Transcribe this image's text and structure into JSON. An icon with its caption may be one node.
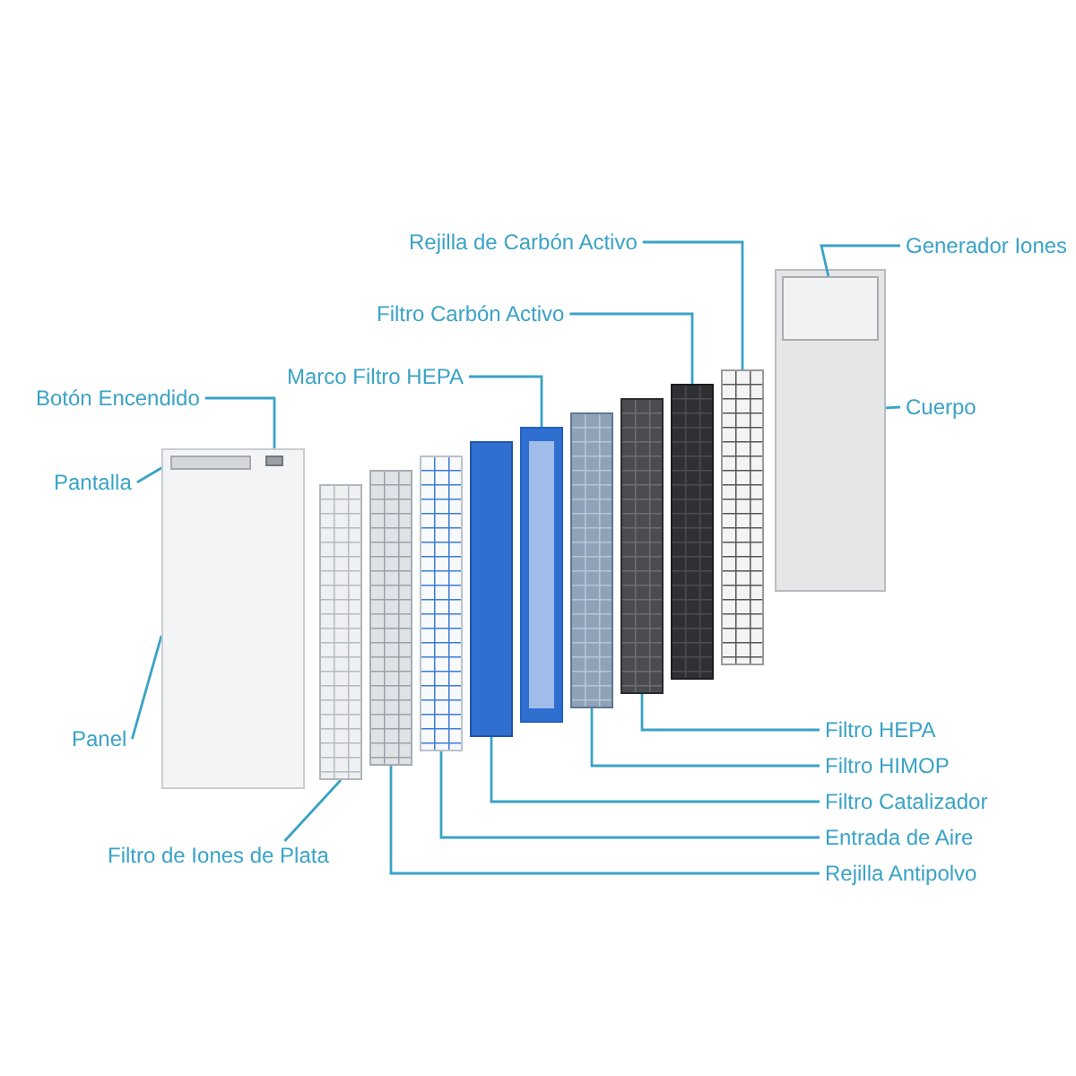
{
  "diagram": {
    "nodes": [
      {
        "text": [
          "Rejilla de Carbón Activo"
        ]
      },
      {
        "text": [
          "Generador Iones"
        ]
      },
      {
        "text": [
          "Filtro Carbón Activo"
        ]
      },
      {
        "text": [
          "Cuerpo"
        ]
      },
      {
        "text": [
          "Marco Filtro HEPA"
        ]
      },
      {
        "text": [
          "Botón Encendido"
        ]
      },
      {
        "text": [
          "Filtro HEPA"
        ]
      },
      {
        "text": [
          "Pantalla"
        ]
      },
      {
        "text": [
          "Filtro HIMOP"
        ]
      },
      {
        "text": [
          "Filtro Catalizador"
        ]
      },
      {
        "text": [
          "Entrada de Aire"
        ]
      },
      {
        "text": [
          "Panel"
        ]
      },
      {
        "text": [
          "Rejilla Antipolvo"
        ]
      },
      {
        "text": [
          "Filtro de Iones de Plata"
        ]
      },
      {
        "text": [],
        "shape": "box"
      },
      {
        "text": [],
        "shape": "box",
        "in": 14
      },
      {
        "text": [],
        "shape": "box"
      },
      {
        "text": [],
        "shape": "box"
      },
      {
        "text": [],
        "shape": "box"
      },
      {
        "text": [],
        "shape": "box"
      },
      {
        "text": [],
        "shape": "box"
      },
      {
        "text": [],
        "shape": "box"
      },
      {
        "text": [],
        "shape": "box"
      },
      {
        "text": [],
        "shape": "box"
      },
      {
        "text": [],
        "shape": "box"
      },
      {
        "text": [],
        "shape": "box"
      },
      {
        "text": [],
        "shape": "box",
        "in": 25
      },
      {
        "text": [],
        "shape": "box",
        "in": 25
      }
    ],
    "edges": [
      {
        "from": 0,
        "to": 16,
        "arrow": "none"
      },
      {
        "from": 1,
        "to": 15,
        "arrow": "none"
      },
      {
        "from": 2,
        "to": 17,
        "arrow": "none"
      },
      {
        "from": 3,
        "to": 14,
        "arrow": "none"
      },
      {
        "from": 4,
        "to": 20,
        "arrow": "none"
      },
      {
        "from": 5,
        "to": 27,
        "arrow": "none"
      },
      {
        "from": 6,
        "to": 18,
        "arrow": "none"
      },
      {
        "from": 7,
        "to": 26,
        "arrow": "none"
      },
      {
        "from": 8,
        "to": 19,
        "arrow": "none"
      },
      {
        "from": 9,
        "to": 21,
        "arrow": "none"
      },
      {
        "from": 10,
        "to": 22,
        "arrow": "none"
      },
      {
        "from": 11,
        "to": 25,
        "arrow": "none"
      },
      {
        "from": 12,
        "to": 23,
        "arrow": "none"
      },
      {
        "from": 13,
        "to": 24,
        "arrow": "none"
      }
    ]
  }
}
